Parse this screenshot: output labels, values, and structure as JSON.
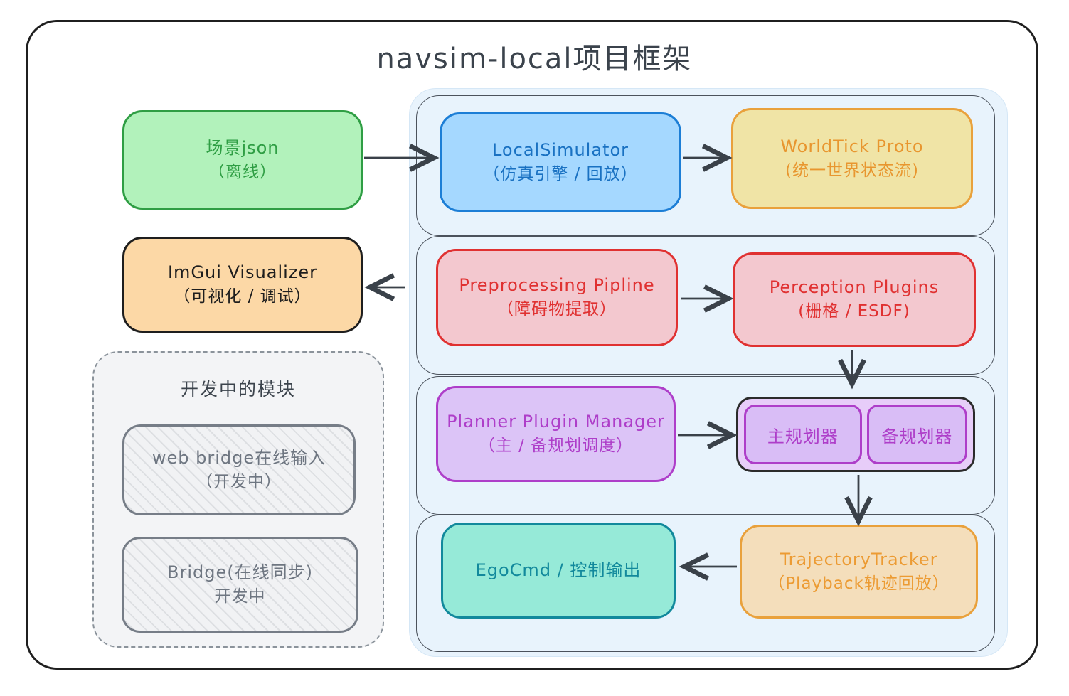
{
  "diagram": {
    "title": "navsim-local项目框架",
    "colors": {
      "ink": "#3a4149",
      "panel_blue": "#e8f3fc",
      "green": "#2f9e44",
      "blue": "#1c7ed6",
      "yellow": "#e9a13c",
      "red": "#e03131",
      "purple": "#ae3ec9",
      "teal": "#12899c",
      "orange": "#ec9b33",
      "gray": "#8b939b"
    },
    "nodes": {
      "scene_json": {
        "line1": "场景json",
        "line2": "（离线）"
      },
      "imgui_visualizer": {
        "line1": "ImGui Visualizer",
        "line2": "（可视化 / 调试）"
      },
      "local_simulator": {
        "line1": "LocalSimulator",
        "line2": "（仿真引擎 / 回放）"
      },
      "worldtick_proto": {
        "line1": "WorldTick Proto",
        "line2": "(统一世界状态流)"
      },
      "preprocessing_pipline": {
        "line1": "Preprocessing Pipline",
        "line2": "（障碍物提取）"
      },
      "perception_plugins": {
        "line1": "Perception Plugins",
        "line2": "(栅格 / ESDF)"
      },
      "planner_plugin_manager": {
        "line1": "Planner Plugin Manager",
        "line2": "（主 / 备规划调度）"
      },
      "main_planner": {
        "line1": "主规划器"
      },
      "backup_planner": {
        "line1": "备规划器"
      },
      "ego_cmd": {
        "line1": "EgoCmd / 控制输出"
      },
      "trajectory_tracker": {
        "line1": "TrajectoryTracker",
        "line2": "（Playback轨迹回放）"
      }
    },
    "dev_group": {
      "label": "开发中的模块",
      "web_bridge": {
        "line1": "web bridge在线输入",
        "line2": "（开发中）"
      },
      "bridge": {
        "line1": "Bridge(在线同步)",
        "line2": "开发中"
      }
    }
  }
}
